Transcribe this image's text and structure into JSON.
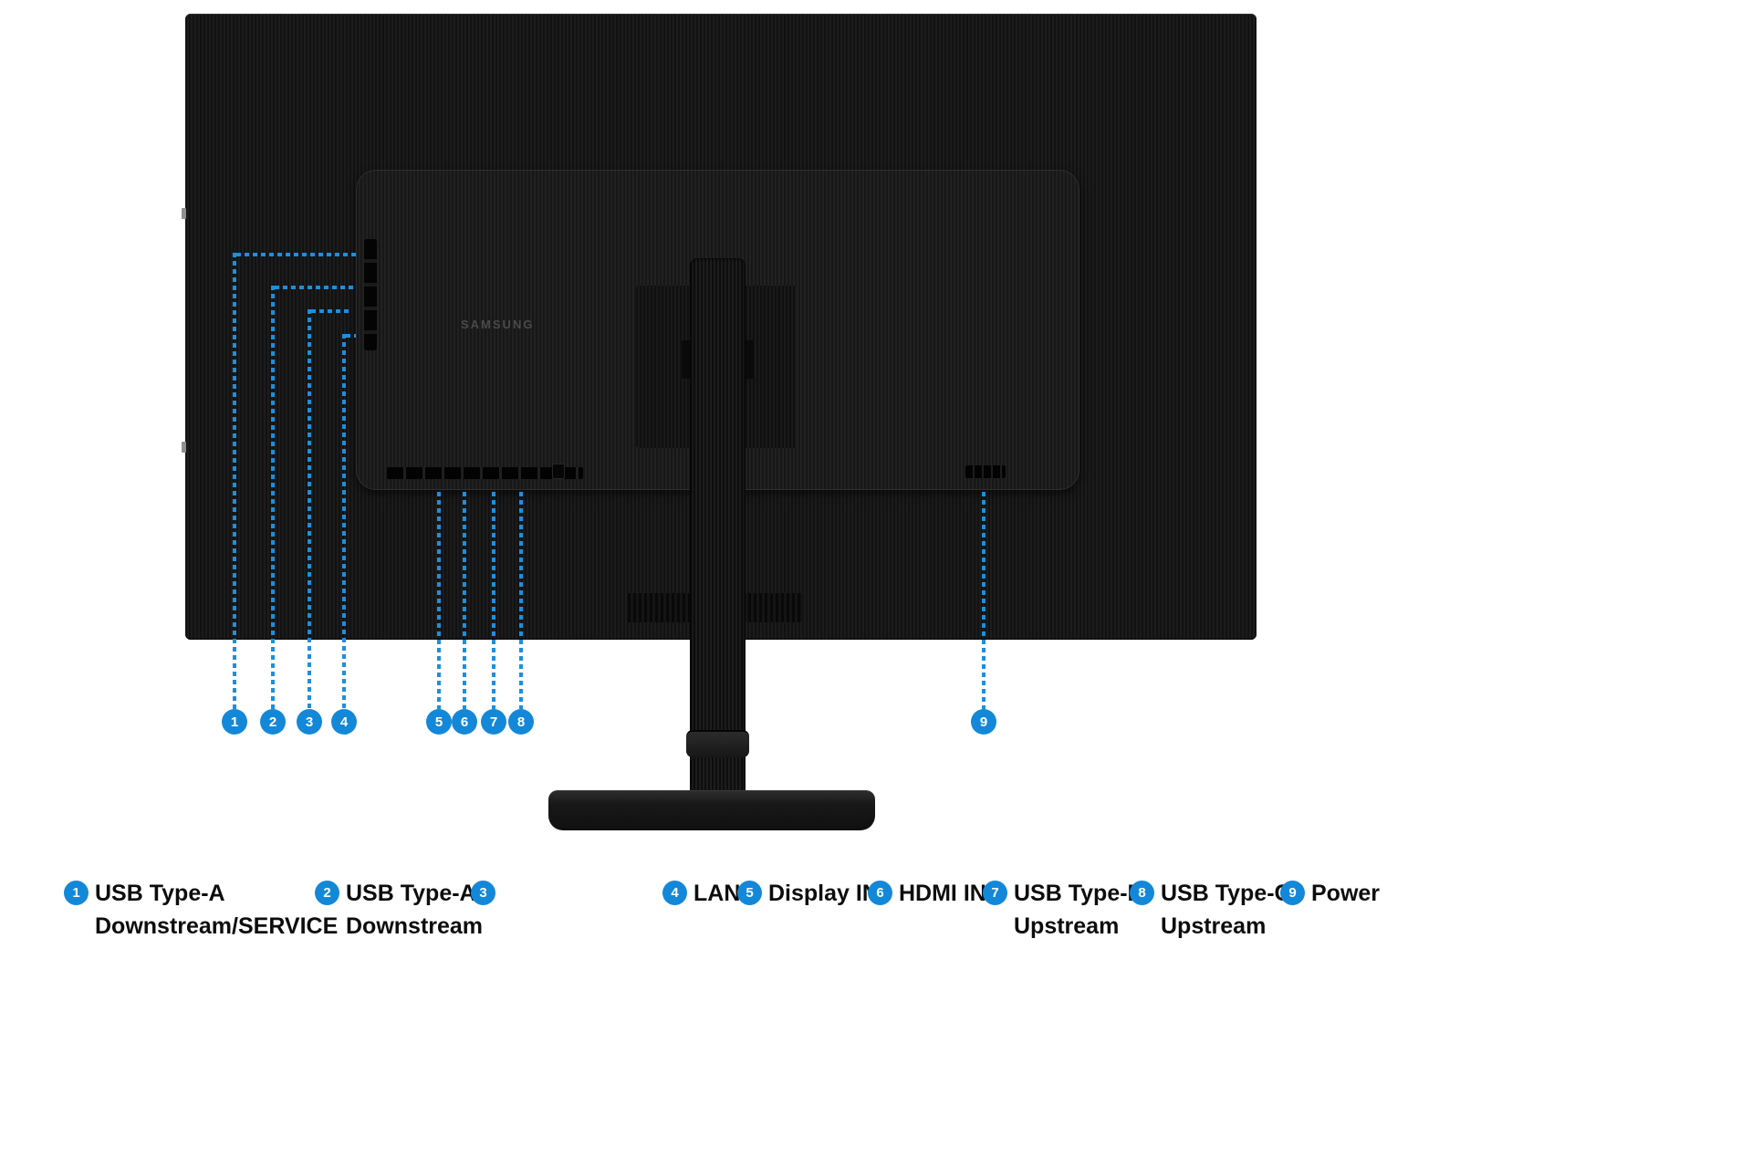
{
  "colors": {
    "accent": "#1488d8",
    "line": "#1d8fdd",
    "ink": "#0d0d0d"
  },
  "monitor": {
    "brand": "SAMSUNG"
  },
  "legend": [
    {
      "num": "1",
      "line1": "USB Type-A",
      "line2": "Downstream/SERVICE"
    },
    {
      "num": "2",
      "line1": "USB Type-A",
      "line2": "Downstream"
    },
    {
      "num": "3",
      "line1": "",
      "line2": ""
    },
    {
      "num": "4",
      "line1": "LAN",
      "line2": ""
    },
    {
      "num": "5",
      "line1": "Display IN",
      "line2": ""
    },
    {
      "num": "6",
      "line1": "HDMI IN",
      "line2": ""
    },
    {
      "num": "7",
      "line1": "USB Type-B",
      "line2": "Upstream"
    },
    {
      "num": "8",
      "line1": "USB Type-C",
      "line2": "Upstream"
    },
    {
      "num": "9",
      "line1": "Power",
      "line2": ""
    }
  ]
}
